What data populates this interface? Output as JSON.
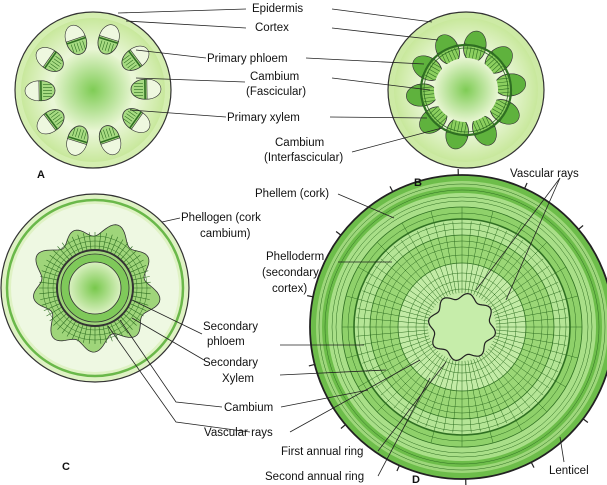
{
  "panels": {
    "a": "A",
    "b": "B",
    "c": "C",
    "d": "D"
  },
  "labels": {
    "epidermis": "Epidermis",
    "cortex": "Cortex",
    "primary_phloem": "Primary phloem",
    "cambium_fascicular_1": "Cambium",
    "cambium_fascicular_2": "(Fascicular)",
    "primary_xylem": "Primary xylem",
    "cambium_inter_1": "Cambium",
    "cambium_inter_2": "(Interfascicular)",
    "phellogen_1": "Phellogen (cork",
    "phellogen_2": "cambium)",
    "secondary_phloem_1": "Secondary",
    "secondary_phloem_2": "phloem",
    "secondary_xylem_1": "Secondary",
    "secondary_xylem_2": "Xylem",
    "cambium_c": "Cambium",
    "vascular_rays_c": "Vascular rays",
    "phellem": "Phellem (cork)",
    "vascular_rays_d": "Vascular rays",
    "phelloderm_1": "Phelloderm",
    "phelloderm_2": "(secondary",
    "phelloderm_3": "cortex)",
    "first_ring": "First annual ring",
    "second_ring": "Second annual ring",
    "lenticel": "Lenticel"
  },
  "colors": {
    "cortex": "#d9efb8",
    "pith": "#8fd16a",
    "bundle": "#8ccf5f",
    "dark_green": "#3f9a2a",
    "wood": "#a6dd80",
    "outline": "#333333"
  }
}
